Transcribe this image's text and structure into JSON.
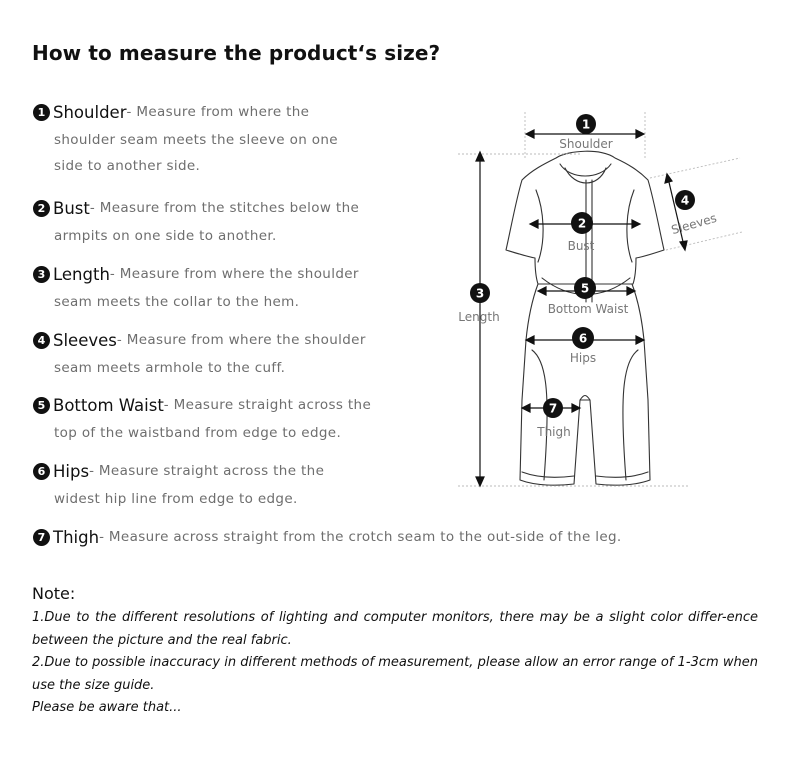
{
  "title": "How to measure the product‘s size?",
  "measurements": [
    {
      "num": "1",
      "term": "Shoulder",
      "desc": "- Measure from where the",
      "lines": [
        "shoulder seam meets the sleeve on one",
        "side to another side."
      ]
    },
    {
      "num": "2",
      "term": "Bust",
      "desc": "- Measure from the stitches below the",
      "lines": [
        "armpits on one side to another."
      ]
    },
    {
      "num": "3",
      "term": "Length",
      "desc": "- Measure from where the shoulder",
      "lines": [
        "seam meets the collar to the hem."
      ]
    },
    {
      "num": "4",
      "term": "Sleeves",
      "desc": "- Measure from where the shoulder",
      "lines": [
        "seam meets armhole to the cuff."
      ]
    },
    {
      "num": "5",
      "term": "Bottom Waist",
      "desc": "- Measure straight across the",
      "lines": [
        "top of the waistband from edge to edge."
      ]
    },
    {
      "num": "6",
      "term": "Hips",
      "desc": "- Measure straight across the the",
      "lines": [
        "widest hip line from edge to edge."
      ]
    },
    {
      "num": "7",
      "term": "Thigh",
      "desc": "- Measure across straight from the crotch seam to the out-side of the leg.",
      "lines": []
    }
  ],
  "note": {
    "heading": "Note:",
    "items": [
      "1.Due to the different resolutions of lighting and computer monitors, there may be a slight color differ-ence between the picture and the real fabric.",
      "2.Due to possible inaccuracy in different methods of measurement, please allow an error range of 1-3cm when use the size guide.",
      "Please be aware that..."
    ]
  },
  "diagram": {
    "labels": {
      "shoulder": "Shoulder",
      "bust": "Bust",
      "length": "Length",
      "sleeves": "Sleeves",
      "bottom_waist": "Bottom Waist",
      "hips": "Hips",
      "thigh": "Thigh"
    },
    "numbers": {
      "shoulder": "1",
      "bust": "2",
      "length": "3",
      "sleeves": "4",
      "bottom_waist": "5",
      "hips": "6",
      "thigh": "7"
    }
  },
  "colors": {
    "text": "#111111",
    "description": "#6e6e6e",
    "badge": "#111111",
    "diagram_line": "#333333",
    "diagram_label": "#777777"
  }
}
